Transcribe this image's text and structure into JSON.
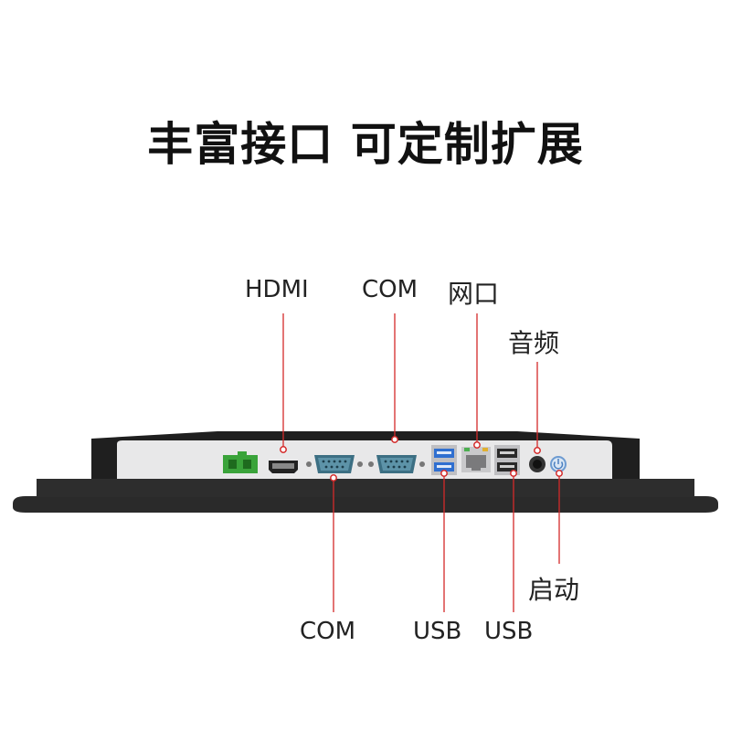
{
  "title": "丰富接口 可定制扩展",
  "labels": {
    "hdmi": "HDMI",
    "com_top": "COM",
    "lan": "网口",
    "audio": "音频",
    "com_bottom": "COM",
    "usb_left": "USB",
    "usb_right": "USB",
    "power": "启动"
  },
  "colors": {
    "leader": "#d42a2a",
    "panel": "#e9e9ea",
    "bezel": "#2b2b2b",
    "power_connector": "#3aa33a"
  }
}
